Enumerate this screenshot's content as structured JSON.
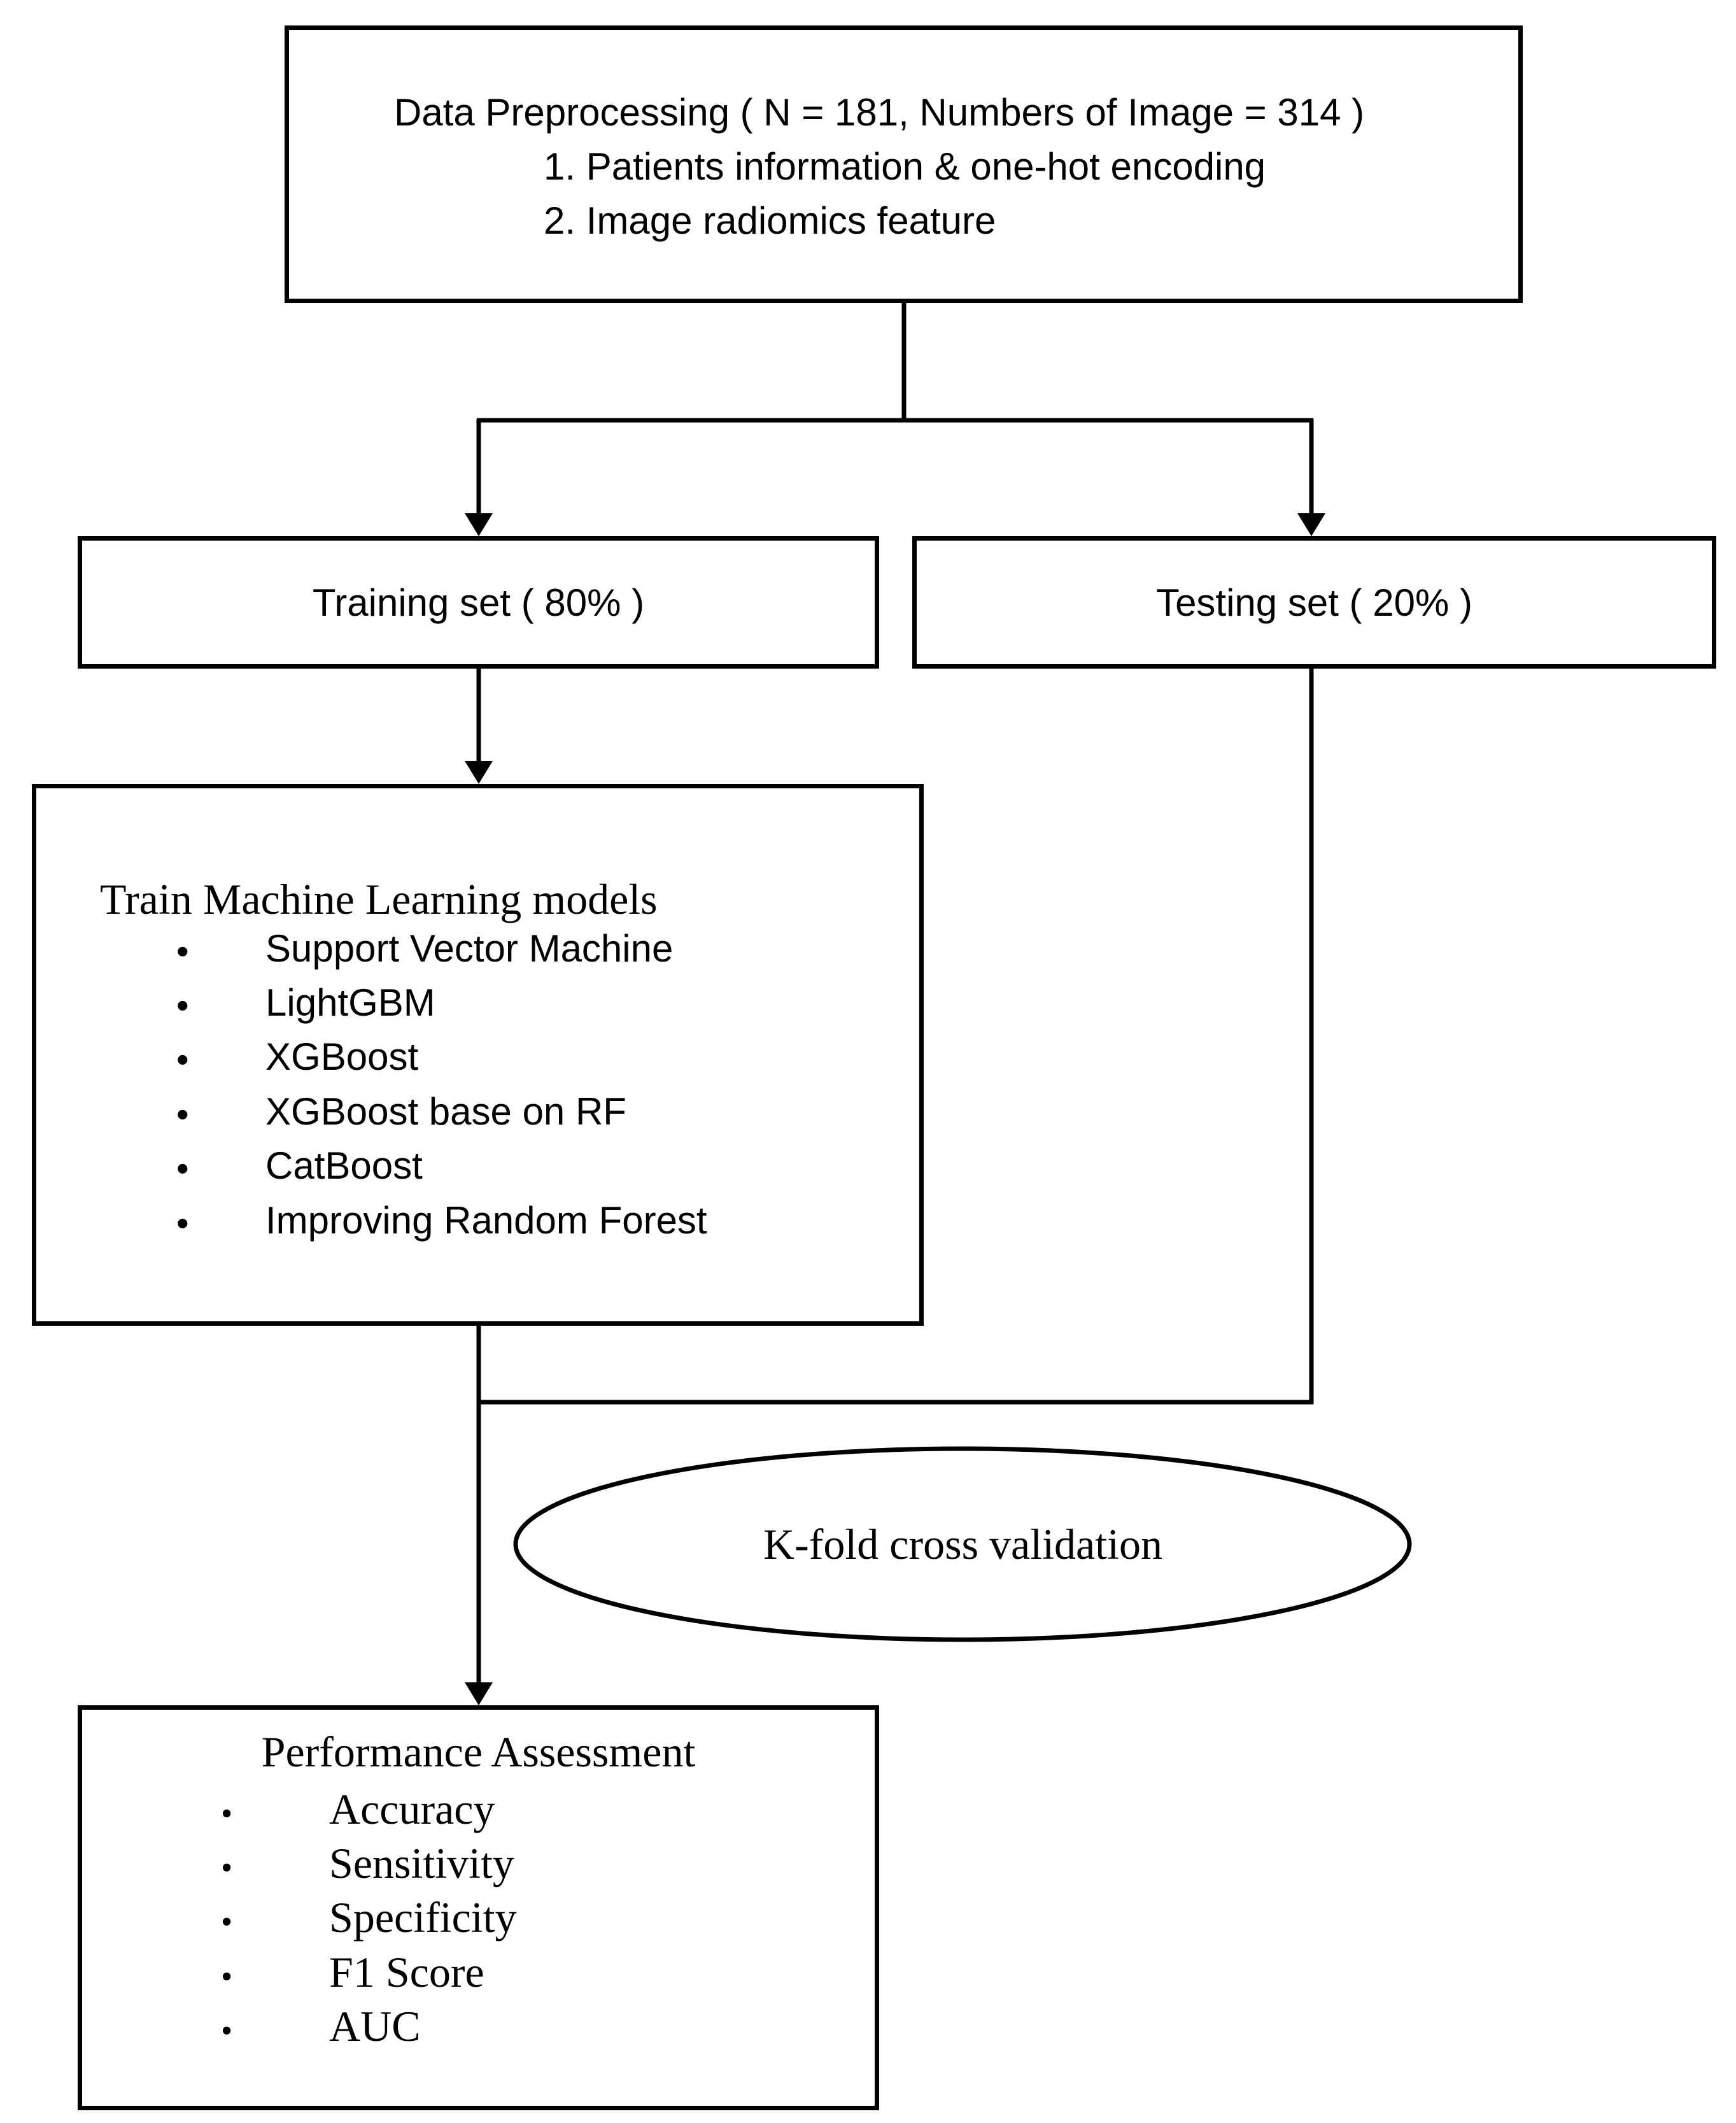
{
  "preprocessing": {
    "title": "Data Preprocessing ( N = 181, Numbers of Image = 314 )",
    "items": [
      "1. Patients information & one-hot encoding",
      "2. Image radiomics feature"
    ]
  },
  "training_set": {
    "label": "Training set ( 80% )"
  },
  "testing_set": {
    "label": "Testing set ( 20% )"
  },
  "models": {
    "title": "Train Machine Learning models",
    "bullet": "•",
    "items": [
      "Support Vector Machine",
      "LightGBM",
      "XGBoost",
      "XGBoost base on RF",
      "CatBoost",
      "Improving Random Forest"
    ]
  },
  "kfold": {
    "label": "K-fold cross validation"
  },
  "performance": {
    "title": "Performance Assessment",
    "bullet": "•",
    "items": [
      "Accuracy",
      "Sensitivity",
      "Specificity",
      "F1 Score",
      "AUC"
    ]
  }
}
